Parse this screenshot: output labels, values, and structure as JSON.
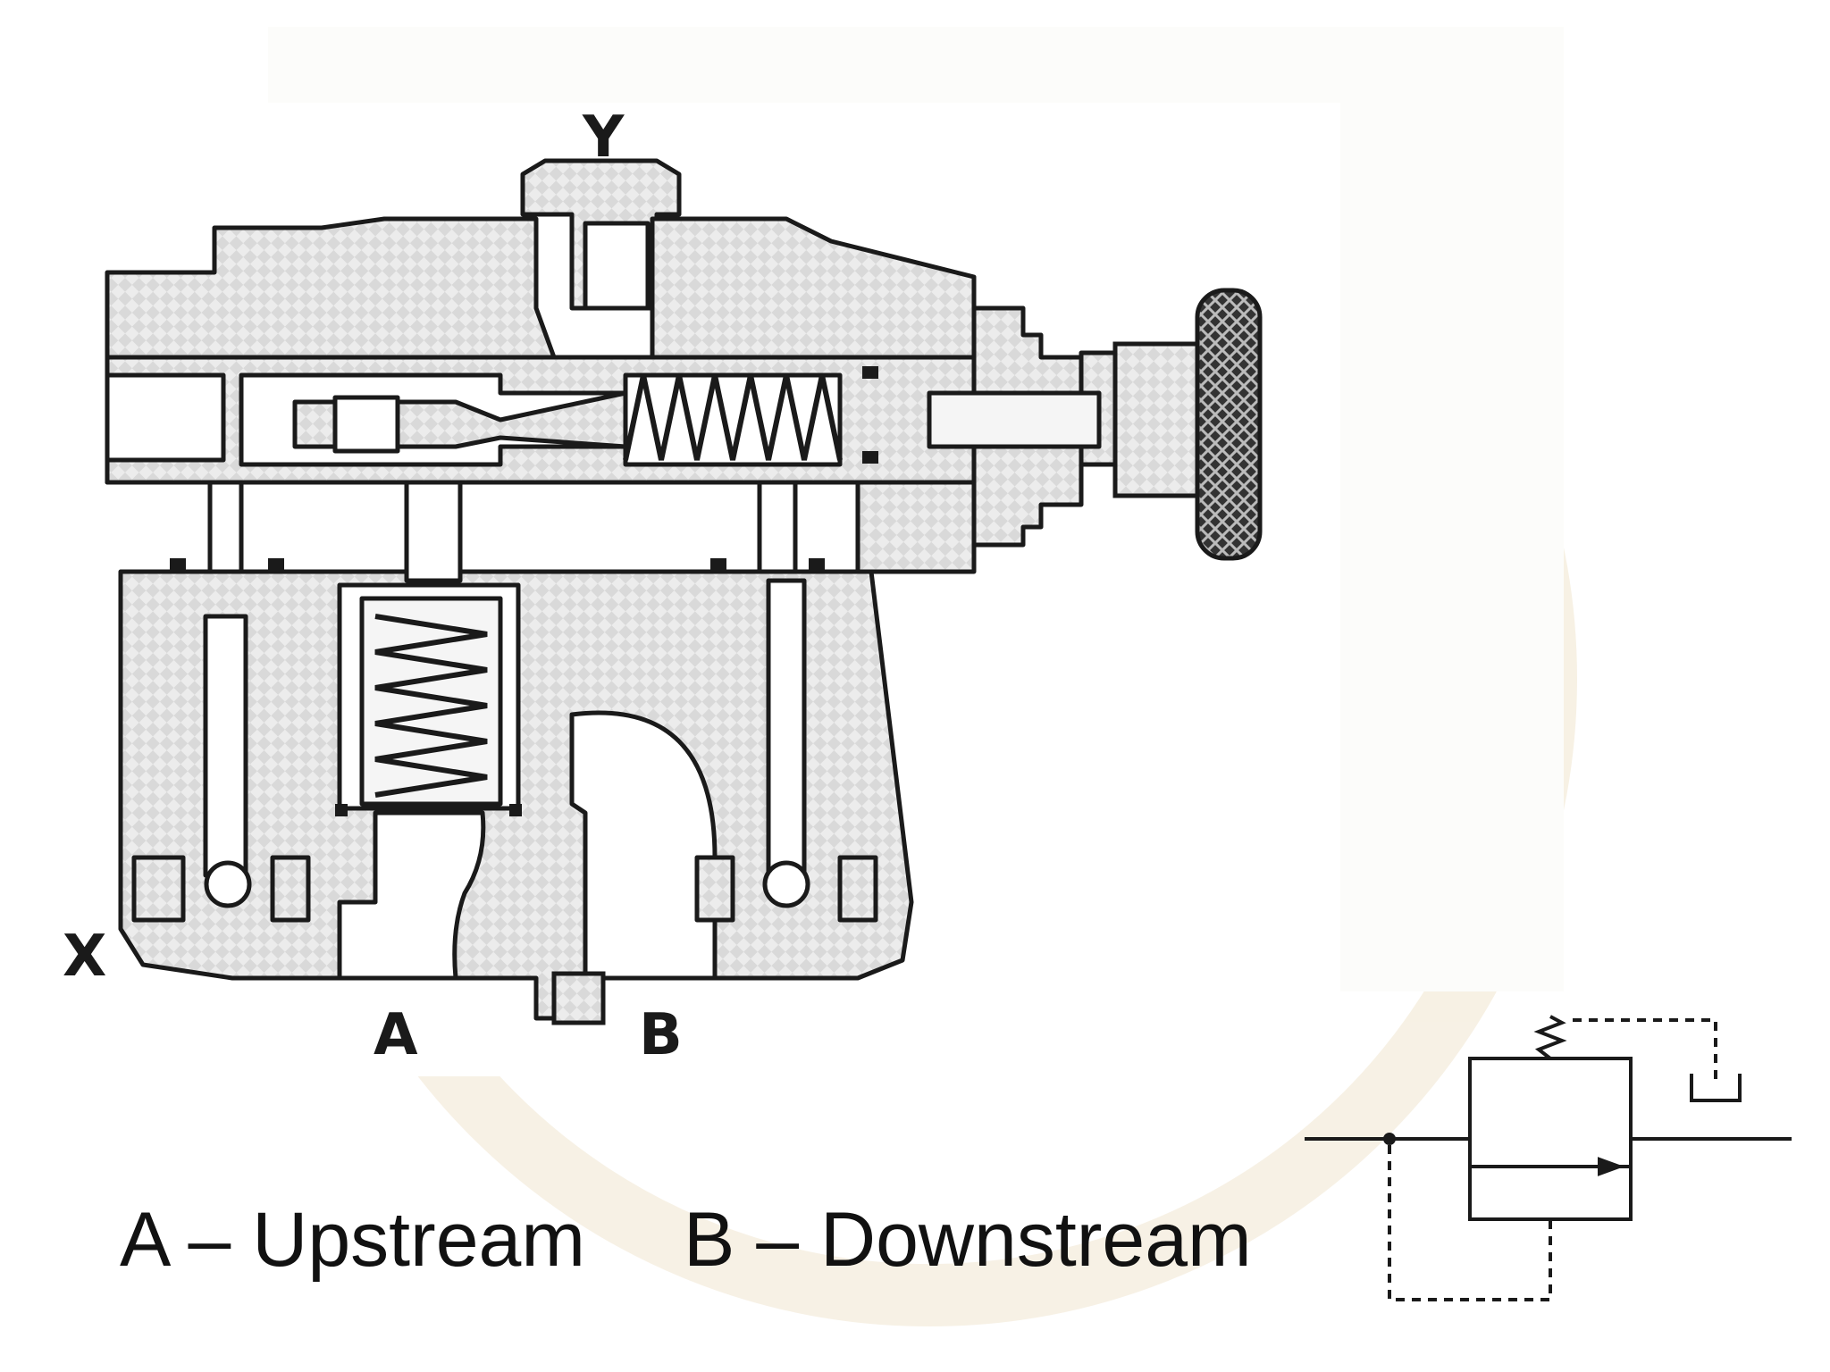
{
  "ports": {
    "y": "Y",
    "x": "X",
    "a": "A",
    "b": "B"
  },
  "captions": {
    "upstream": "A – Upstream",
    "downstream": "B – Downstream"
  },
  "colors": {
    "ink": "#1a1a1a",
    "hatch_fill": "#e8e8e8",
    "background": "#ffffff",
    "watermark": "#f3ead8"
  },
  "icons": {
    "adjustment_knob": "knurled-knob-icon",
    "valve_symbol": "pressure-reducing-valve-symbol"
  }
}
